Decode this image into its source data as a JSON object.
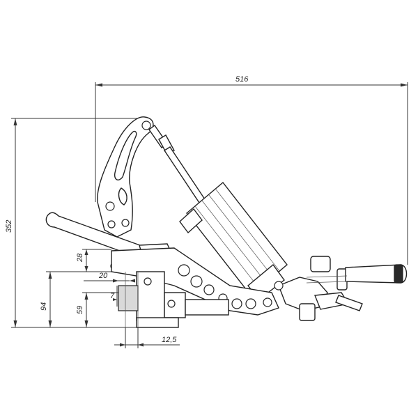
{
  "dimensions": {
    "overall_length": "516",
    "overall_height": "352",
    "height_94": "94",
    "height_59": "59",
    "height_28": "28",
    "width_20": "20",
    "width_7": "7",
    "width_12_5": "12,5"
  }
}
